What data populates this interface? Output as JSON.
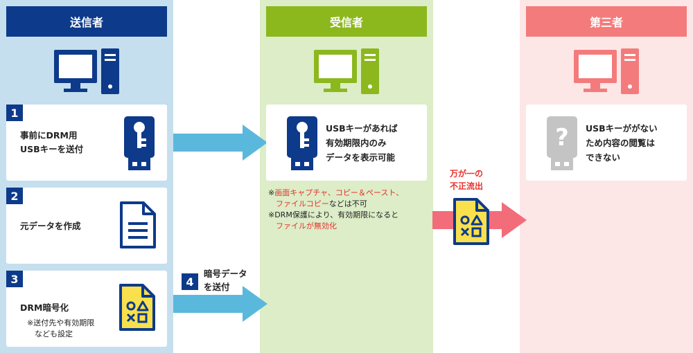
{
  "headers": {
    "sender": "送信者",
    "receiver": "受信者",
    "third_party": "第三者"
  },
  "steps": {
    "step1": {
      "num": "1",
      "line1": "事前にDRM用",
      "line2": "USBキーを送付"
    },
    "step2": {
      "num": "2",
      "line1": "元データを作成"
    },
    "step3": {
      "num": "3",
      "line1": "DRM暗号化",
      "note1": "※送付先や有効期限",
      "note2": "なども設定"
    },
    "step4": {
      "num": "4",
      "line1": "暗号データ",
      "line2": "を送付"
    }
  },
  "receiver_card": {
    "line1": "USBキーがあれば",
    "line2": "有効期限内のみ",
    "line3": "データを表示可能"
  },
  "receiver_notes": {
    "n1_mark": "※",
    "n1_red": "画面キャプチャ、コピー＆ペースト、",
    "n2_red": "ファイルコピー",
    "n2_black": "などは不可",
    "n3": "※DRM保護により、有効期限になると",
    "n4_red": "ファイルが無効化"
  },
  "leak_label": {
    "line1": "万が一の",
    "line2": "不正流出"
  },
  "third_card": {
    "line1": "USBキーががない",
    "line2": "ため内容の閲覧は",
    "line3": "できない"
  },
  "colors": {
    "navy": "#0d3a8a",
    "green": "#8cb81e",
    "pink": "#f47b7b",
    "arrow_blue": "#5bb8dd",
    "arrow_pink": "#f26c7a",
    "red_text": "#e8312c",
    "file_yellow": "#f9e04c"
  }
}
